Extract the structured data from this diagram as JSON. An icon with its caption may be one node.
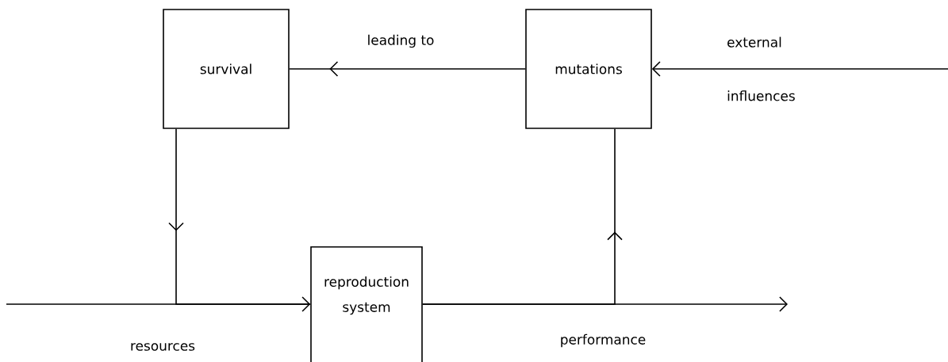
{
  "diagram": {
    "nodes": [
      {
        "text": [
          "survival"
        ]
      },
      {
        "text": [
          "mutations"
        ]
      },
      {
        "text": [
          "reproduction system"
        ]
      }
    ],
    "edges": [
      {
        "from": 1,
        "to": 0,
        "arrow": "to",
        "label": "leading to"
      },
      {
        "from": null,
        "to": 1,
        "arrow": "to",
        "label": "external influences"
      },
      {
        "from": 0,
        "to": 2,
        "arrow": "to"
      },
      {
        "from": null,
        "to": 2,
        "arrow": "to",
        "label": "resources"
      },
      {
        "from": 2,
        "to": null,
        "arrow": "to",
        "label": "performance"
      },
      {
        "from": 2,
        "to": 1,
        "arrow": "to"
      }
    ]
  }
}
